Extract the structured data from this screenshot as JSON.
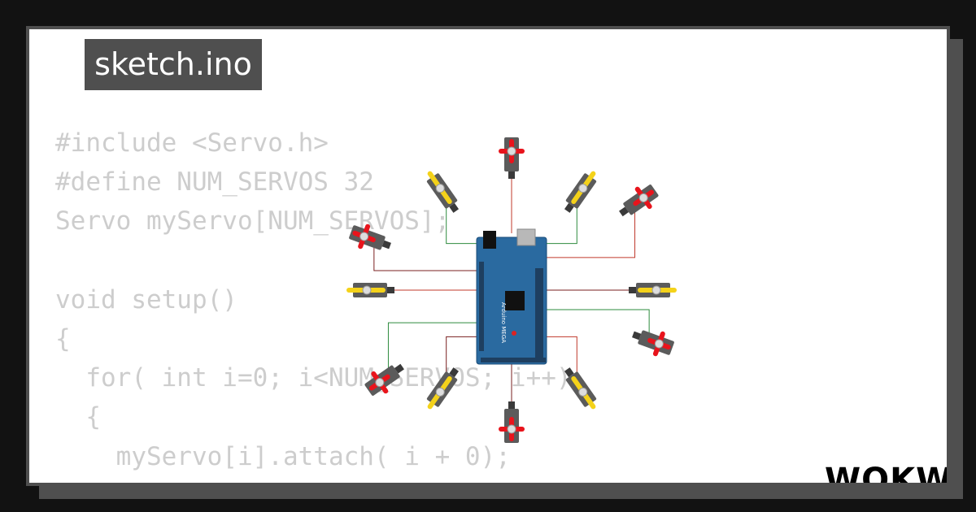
{
  "header": {
    "title": "sketch.ino"
  },
  "code": {
    "lines": [
      "#include <Servo.h>",
      "#define NUM_SERVOS 32",
      "Servo myServo[NUM_SERVOS];",
      "",
      "void setup()",
      "{",
      "  for( int i=0; i<NUM_SERVOS; i++)",
      "  {",
      "    myServo[i].attach( i + 0);",
      "  }"
    ]
  },
  "board": {
    "label": "Arduino MEGA"
  },
  "brand": {
    "logo_text": "WOKWI"
  },
  "colors": {
    "page_bg": "#121212",
    "card_bg": "#ffffff",
    "frame": "#4f4f4f",
    "code_text": "#cdcdcd",
    "board_blue": "#2a6aa0",
    "servo_body": "#5b5b5b",
    "horn_red": "#e8141c",
    "horn_yellow": "#f4d21a",
    "wire_red": "#c0392b",
    "wire_green": "#2e8b3e",
    "wire_dark": "#7a1f1f"
  }
}
